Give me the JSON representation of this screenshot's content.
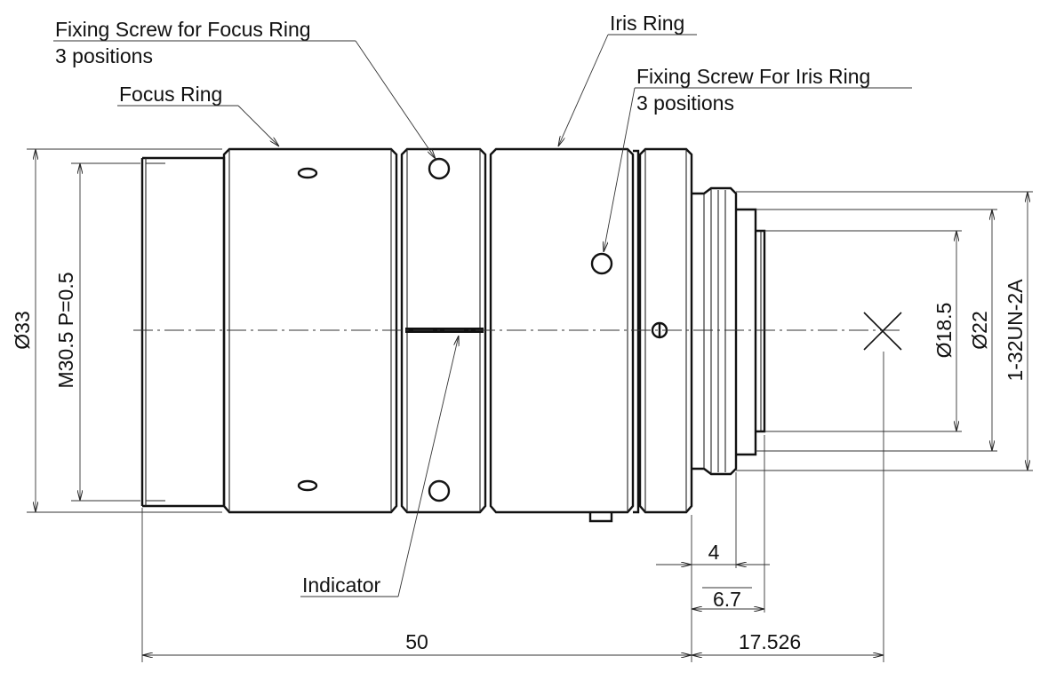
{
  "callouts": {
    "fixing_screw_focus": "Fixing Screw for Focus Ring",
    "fixing_screw_focus_qty": "3 positions",
    "focus_ring": "Focus Ring",
    "iris_ring": "Iris Ring",
    "fixing_screw_iris": "Fixing Screw For Iris Ring",
    "fixing_screw_iris_qty": "3 positions",
    "indicator": "Indicator"
  },
  "dimensions": {
    "outer_diameter": "Ø33",
    "filter_thread": "M30.5 P=0.5",
    "diam_18_5": "Ø18.5",
    "diam_22": "Ø22",
    "mount_thread": "1-32UN-2A",
    "length_overall": "50",
    "flange_focal": "17.526",
    "dim_4": "4",
    "dim_6_7": "6.7"
  }
}
